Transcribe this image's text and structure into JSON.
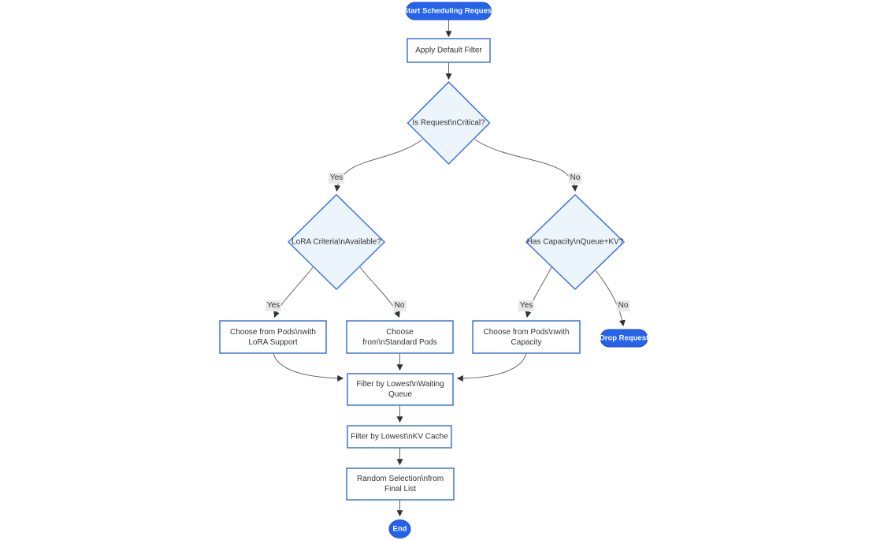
{
  "colors": {
    "background": "#ffffff",
    "node_border": "#3f74dd",
    "process_fill": "#ffffff",
    "decision_fill": "#ecf4fc",
    "pill_fill": "#2563eb",
    "pill_border": "#1b4fc4",
    "pill_text": "#ffffff",
    "edge_line": "#666666",
    "arrowhead": "#333333",
    "edge_label_bg": "#e8e8e8",
    "text": "#333333"
  },
  "diagram": {
    "type": "flowchart",
    "direction": "top-down",
    "nodes": {
      "start": {
        "label": "Start Scheduling Request",
        "shape": "pill"
      },
      "apply_filter": {
        "label": "Apply Default Filter",
        "shape": "rect"
      },
      "is_critical": {
        "label": "Is Request\\nCritical?",
        "shape": "decision"
      },
      "lora_available": {
        "label": "LoRA Criteria\\nAvailable?",
        "shape": "decision"
      },
      "has_capacity": {
        "label": "Has Capacity\\nQueue+KV?",
        "shape": "decision"
      },
      "choose_lora": {
        "label": "Choose from Pods\\nwith LoRA Support",
        "shape": "rect"
      },
      "choose_standard": {
        "label": "Choose from\\nStandard Pods",
        "shape": "rect"
      },
      "choose_capacity": {
        "label": "Choose from Pods\\nwith Capacity",
        "shape": "rect"
      },
      "drop_request": {
        "label": "Drop Request",
        "shape": "pill"
      },
      "filter_waiting_queue": {
        "label": "Filter by Lowest\\nWaiting Queue",
        "shape": "rect"
      },
      "filter_kv_cache": {
        "label": "Filter by Lowest\\nKV Cache",
        "shape": "rect"
      },
      "random_selection": {
        "label": "Random Selection\\nfrom Final List",
        "shape": "rect"
      },
      "end": {
        "label": "End",
        "shape": "pill"
      }
    },
    "edges": [
      {
        "from": "start",
        "to": "apply_filter"
      },
      {
        "from": "apply_filter",
        "to": "is_critical"
      },
      {
        "from": "is_critical",
        "to": "lora_available",
        "label": "Yes"
      },
      {
        "from": "is_critical",
        "to": "has_capacity",
        "label": "No"
      },
      {
        "from": "lora_available",
        "to": "choose_lora",
        "label": "Yes"
      },
      {
        "from": "lora_available",
        "to": "choose_standard",
        "label": "No"
      },
      {
        "from": "has_capacity",
        "to": "choose_capacity",
        "label": "Yes"
      },
      {
        "from": "has_capacity",
        "to": "drop_request",
        "label": "No"
      },
      {
        "from": "choose_lora",
        "to": "filter_waiting_queue"
      },
      {
        "from": "choose_standard",
        "to": "filter_waiting_queue"
      },
      {
        "from": "choose_capacity",
        "to": "filter_waiting_queue"
      },
      {
        "from": "filter_waiting_queue",
        "to": "filter_kv_cache"
      },
      {
        "from": "filter_kv_cache",
        "to": "random_selection"
      },
      {
        "from": "random_selection",
        "to": "end"
      }
    ]
  }
}
